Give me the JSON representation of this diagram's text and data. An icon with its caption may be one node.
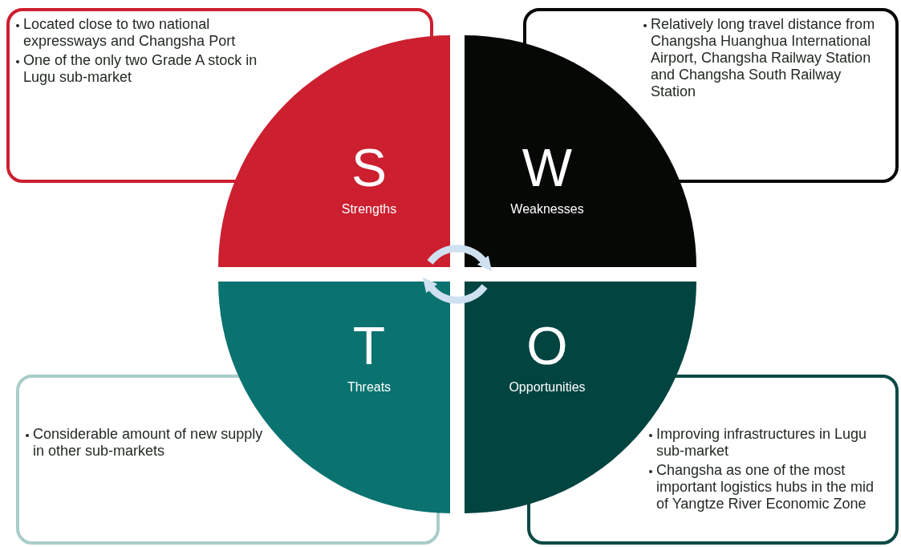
{
  "diagram": {
    "nodes": [
      {
        "text": [
          "Located close to two national expressways and Changsha Port",
          "One of the only two Grade A stock in Lugu sub-market"
        ]
      },
      {
        "text": [
          "Relatively long travel distance from Changsha Huanghua International Airport, Changsha Railway Station and Changsha South Railway Station"
        ]
      },
      {
        "text": [
          "S",
          "Strengths"
        ]
      },
      {
        "text": [
          "W",
          "Weaknesses"
        ]
      },
      {
        "text": [
          "T",
          "Threats"
        ]
      },
      {
        "text": [
          "O",
          "Opportunities"
        ]
      },
      {
        "text": [
          "Considerable amount of new supply in other sub-markets"
        ]
      },
      {
        "text": [
          "Improving infrastructures in Lugu sub-market",
          "Changsha as one of the most important logistics hubs in the mid of Yangtze River Economic Zone"
        ]
      }
    ],
    "edges": [
      {
        "from": 2,
        "to": 3,
        "arrow": "to"
      },
      {
        "from": 5,
        "to": 4,
        "arrow": "to"
      }
    ]
  }
}
